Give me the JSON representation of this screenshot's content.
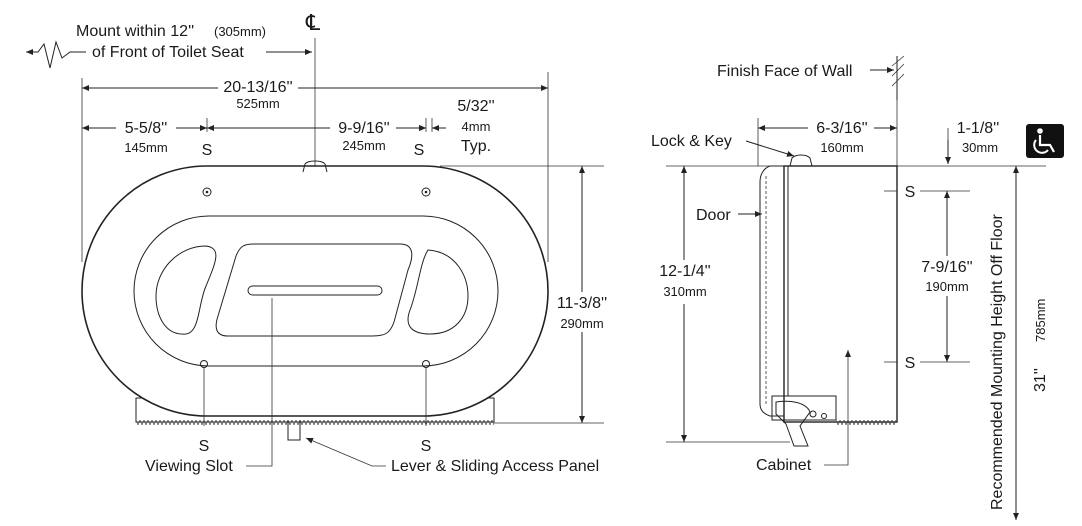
{
  "front_view": {
    "mount_note_line1": "Mount within 12''",
    "mount_note_mm": "(305mm)",
    "mount_note_line2": "of Front of Toilet Seat",
    "centerline_symbol": "℄",
    "overall_width_in": "20-13/16''",
    "overall_width_mm": "525mm",
    "left_offset_in": "5-5/8''",
    "left_offset_mm": "145mm",
    "screw_spacing_in": "9-9/16''",
    "screw_spacing_mm": "245mm",
    "edge_in": "5/32''",
    "edge_mm": "4mm",
    "edge_note": "Typ.",
    "height_in": "11-3/8''",
    "height_mm": "290mm",
    "screw_label": "S",
    "viewing_slot": "Viewing Slot",
    "lever_panel": "Lever & Sliding Access Panel"
  },
  "side_view": {
    "finish_wall": "Finish Face of Wall",
    "lock_key": "Lock & Key",
    "depth_in": "6-3/16''",
    "depth_mm": "160mm",
    "top_in": "1-1/8''",
    "top_mm": "30mm",
    "door": "Door",
    "height_in": "12-1/4''",
    "height_mm": "310mm",
    "screw_spacing_in": "7-9/16''",
    "screw_spacing_mm": "190mm",
    "screw_label": "S",
    "cabinet": "Cabinet",
    "mount_height_note": "Recommended Mounting Height Off Floor",
    "mount_height_in": "31''",
    "mount_height_mm": "785mm",
    "accessibility_icon": "wheelchair-icon"
  }
}
